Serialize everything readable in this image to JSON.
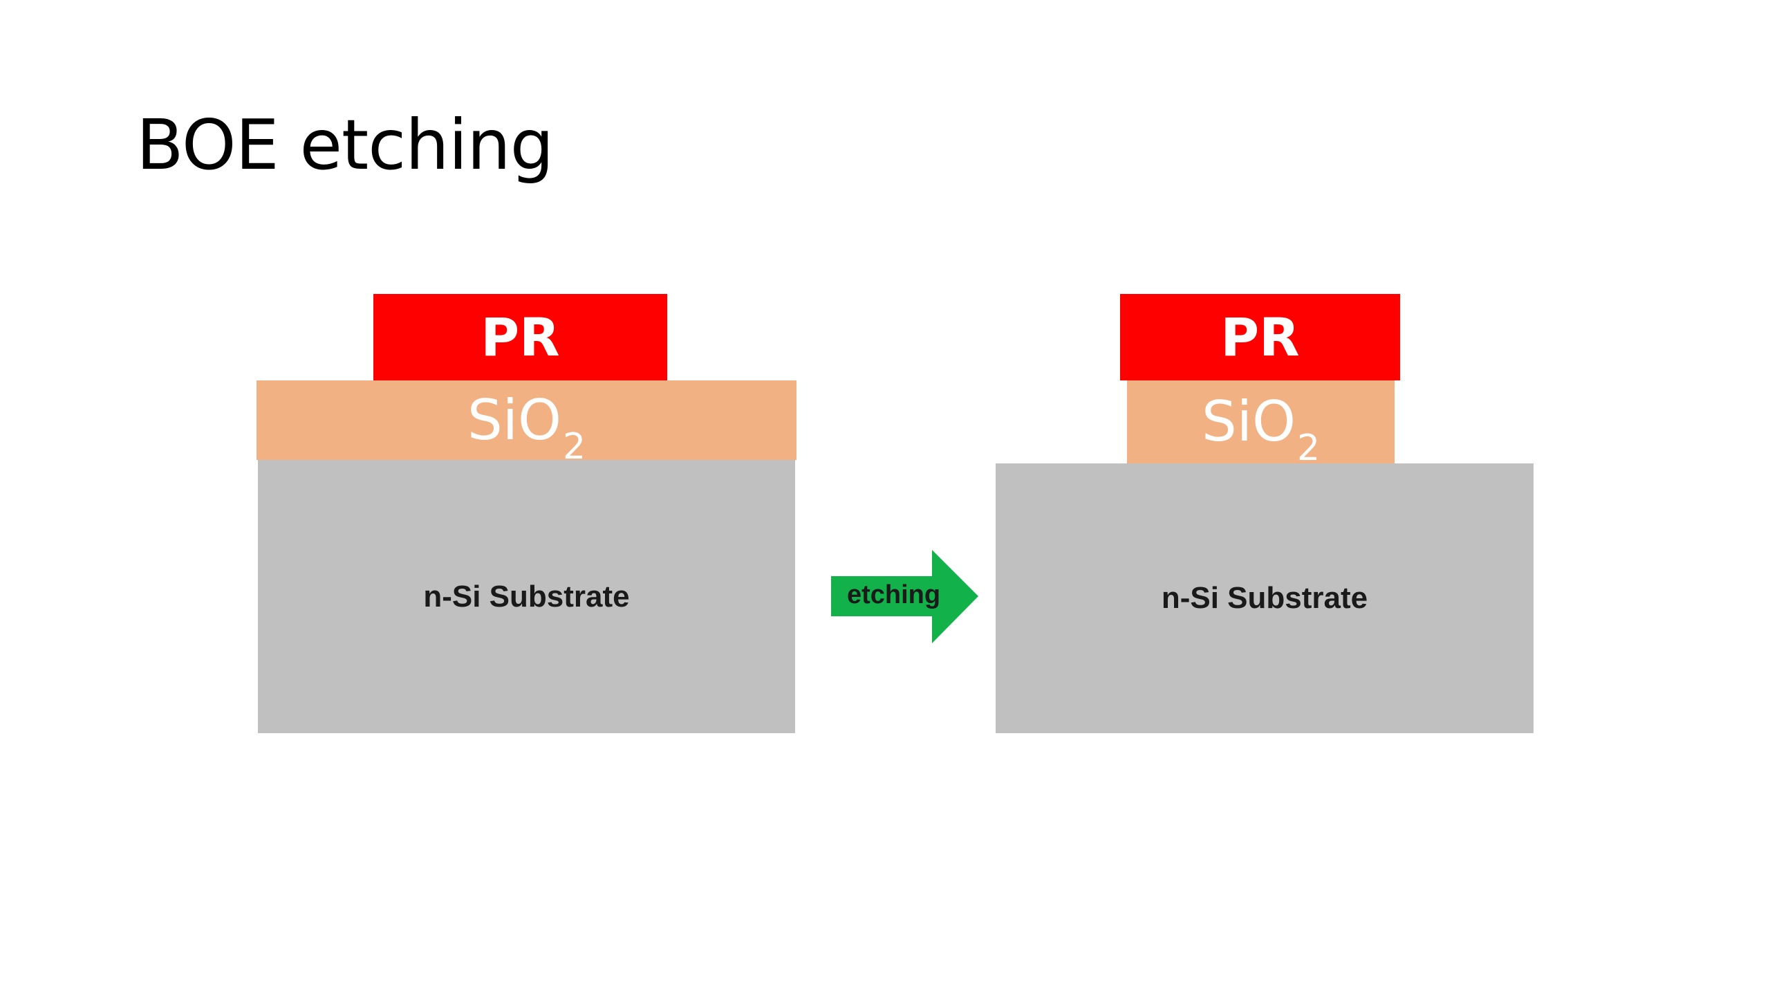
{
  "slide": {
    "title": "BOE etching"
  },
  "before": {
    "resist_label": "PR",
    "oxide_label": "SiO",
    "oxide_subscript": "2",
    "substrate_label": "n-Si Substrate"
  },
  "after": {
    "resist_label": "PR",
    "oxide_label": "SiO",
    "oxide_subscript": "2",
    "substrate_label": "n-Si Substrate"
  },
  "arrow": {
    "label": "etching"
  },
  "colors": {
    "resist": "#ff0000",
    "oxide": "#f2b183",
    "substrate": "#c0c0c0",
    "arrow": "#12b14a",
    "background": "#ffffff"
  }
}
